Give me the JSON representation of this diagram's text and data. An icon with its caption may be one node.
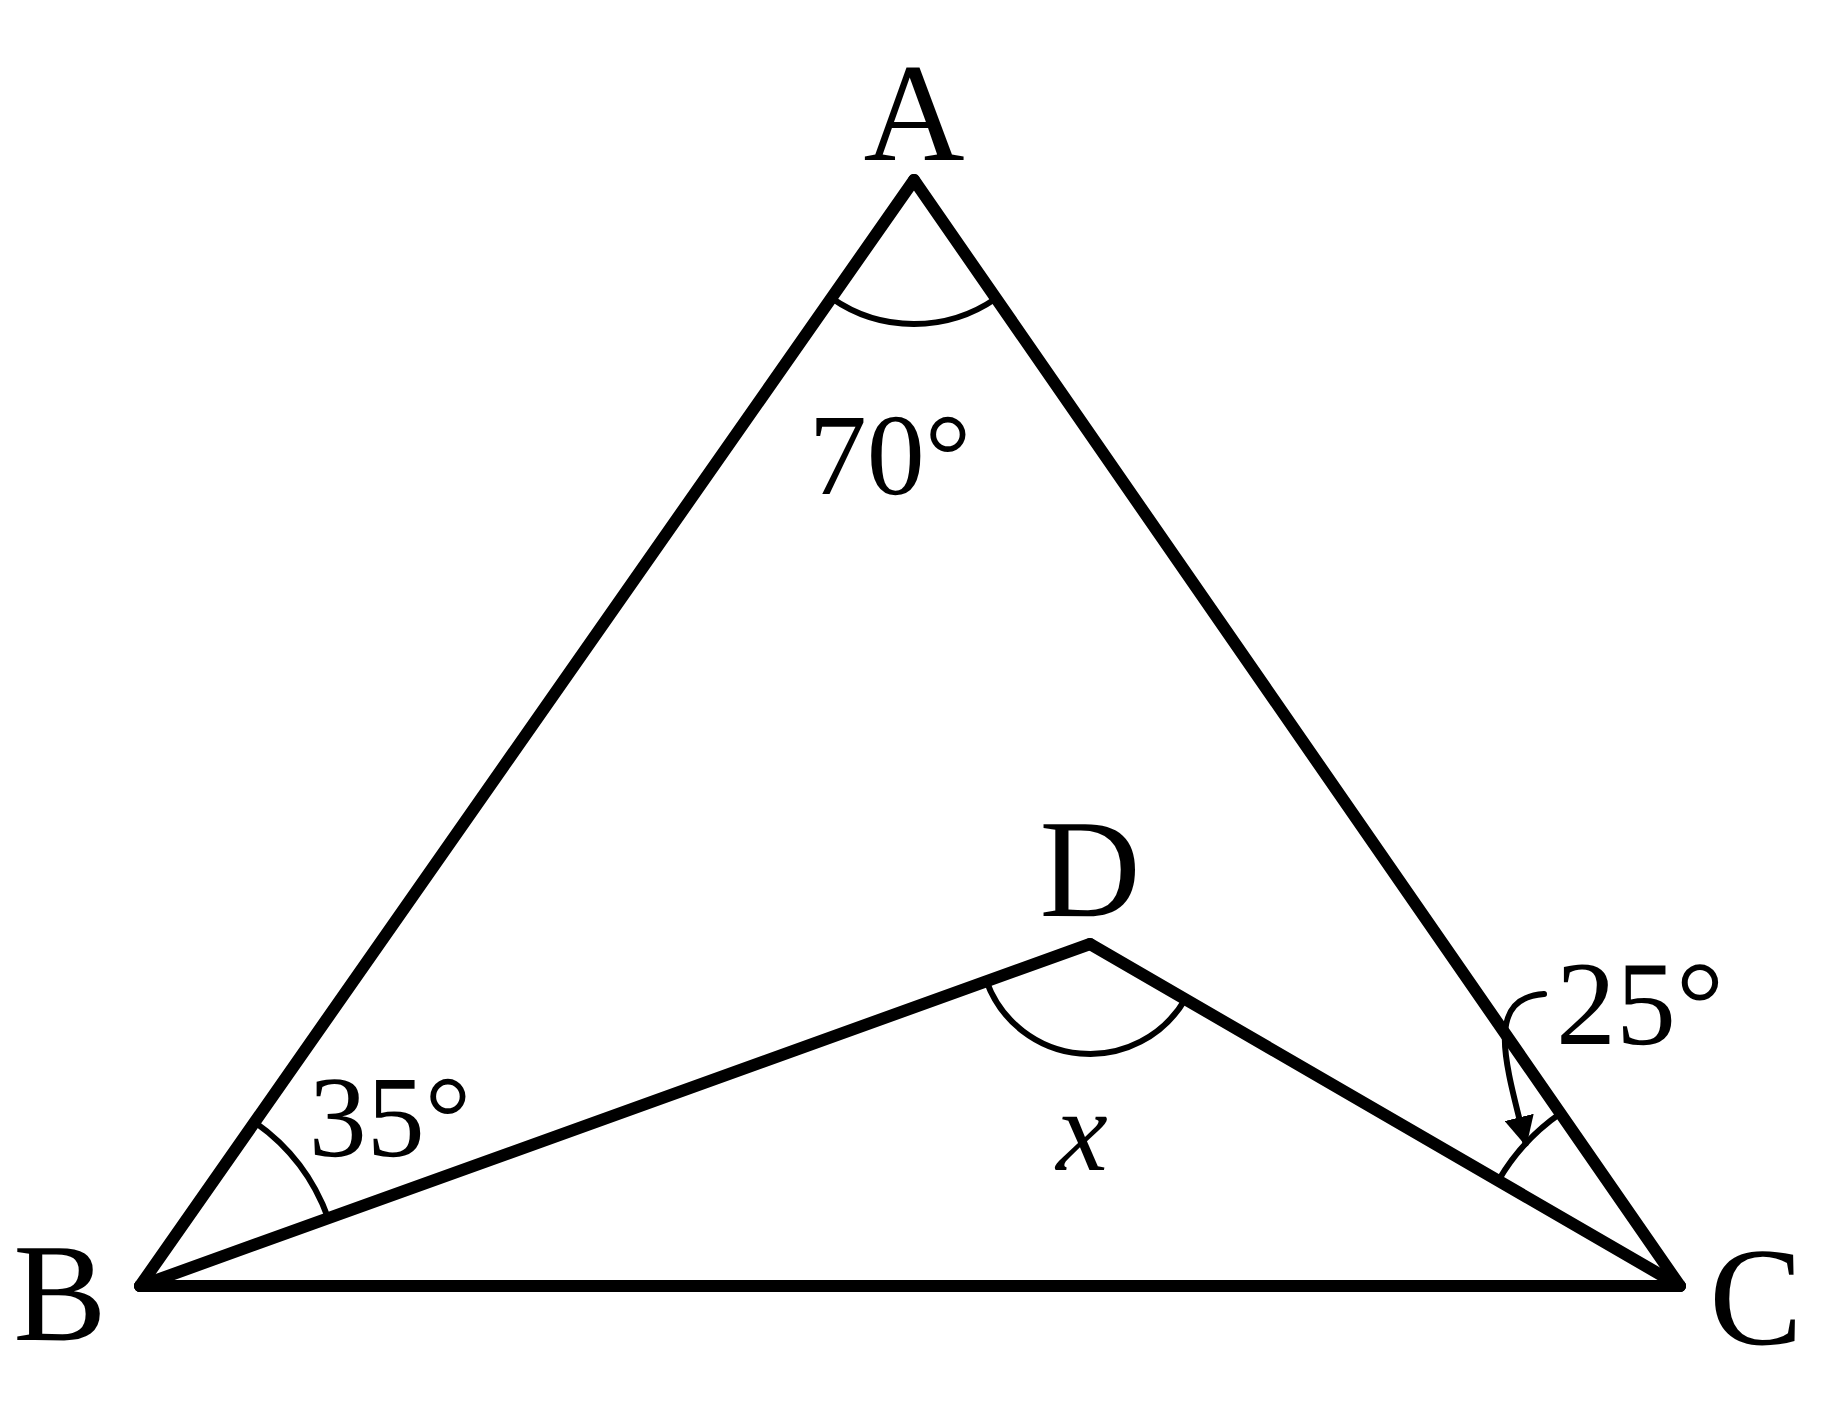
{
  "diagram": {
    "nodes": [
      {
        "text": [
          "A"
        ]
      },
      {
        "text": [
          "B"
        ]
      },
      {
        "text": [
          "C"
        ]
      },
      {
        "text": [
          "D"
        ]
      },
      {
        "text": [
          "25°"
        ]
      },
      {
        "text": [],
        "shape": "arc"
      }
    ],
    "edges": [
      {
        "from": 0,
        "to": 1,
        "arrow": "none"
      },
      {
        "from": 0,
        "to": 2,
        "arrow": "none"
      },
      {
        "from": 1,
        "to": 2,
        "arrow": "none"
      },
      {
        "from": 1,
        "to": 3,
        "arrow": "none"
      },
      {
        "from": 3,
        "to": 2,
        "arrow": "none"
      },
      {
        "from": 4,
        "to": 5,
        "arrow": "to"
      }
    ],
    "labels": [
      "70°",
      "35°",
      "x"
    ]
  }
}
